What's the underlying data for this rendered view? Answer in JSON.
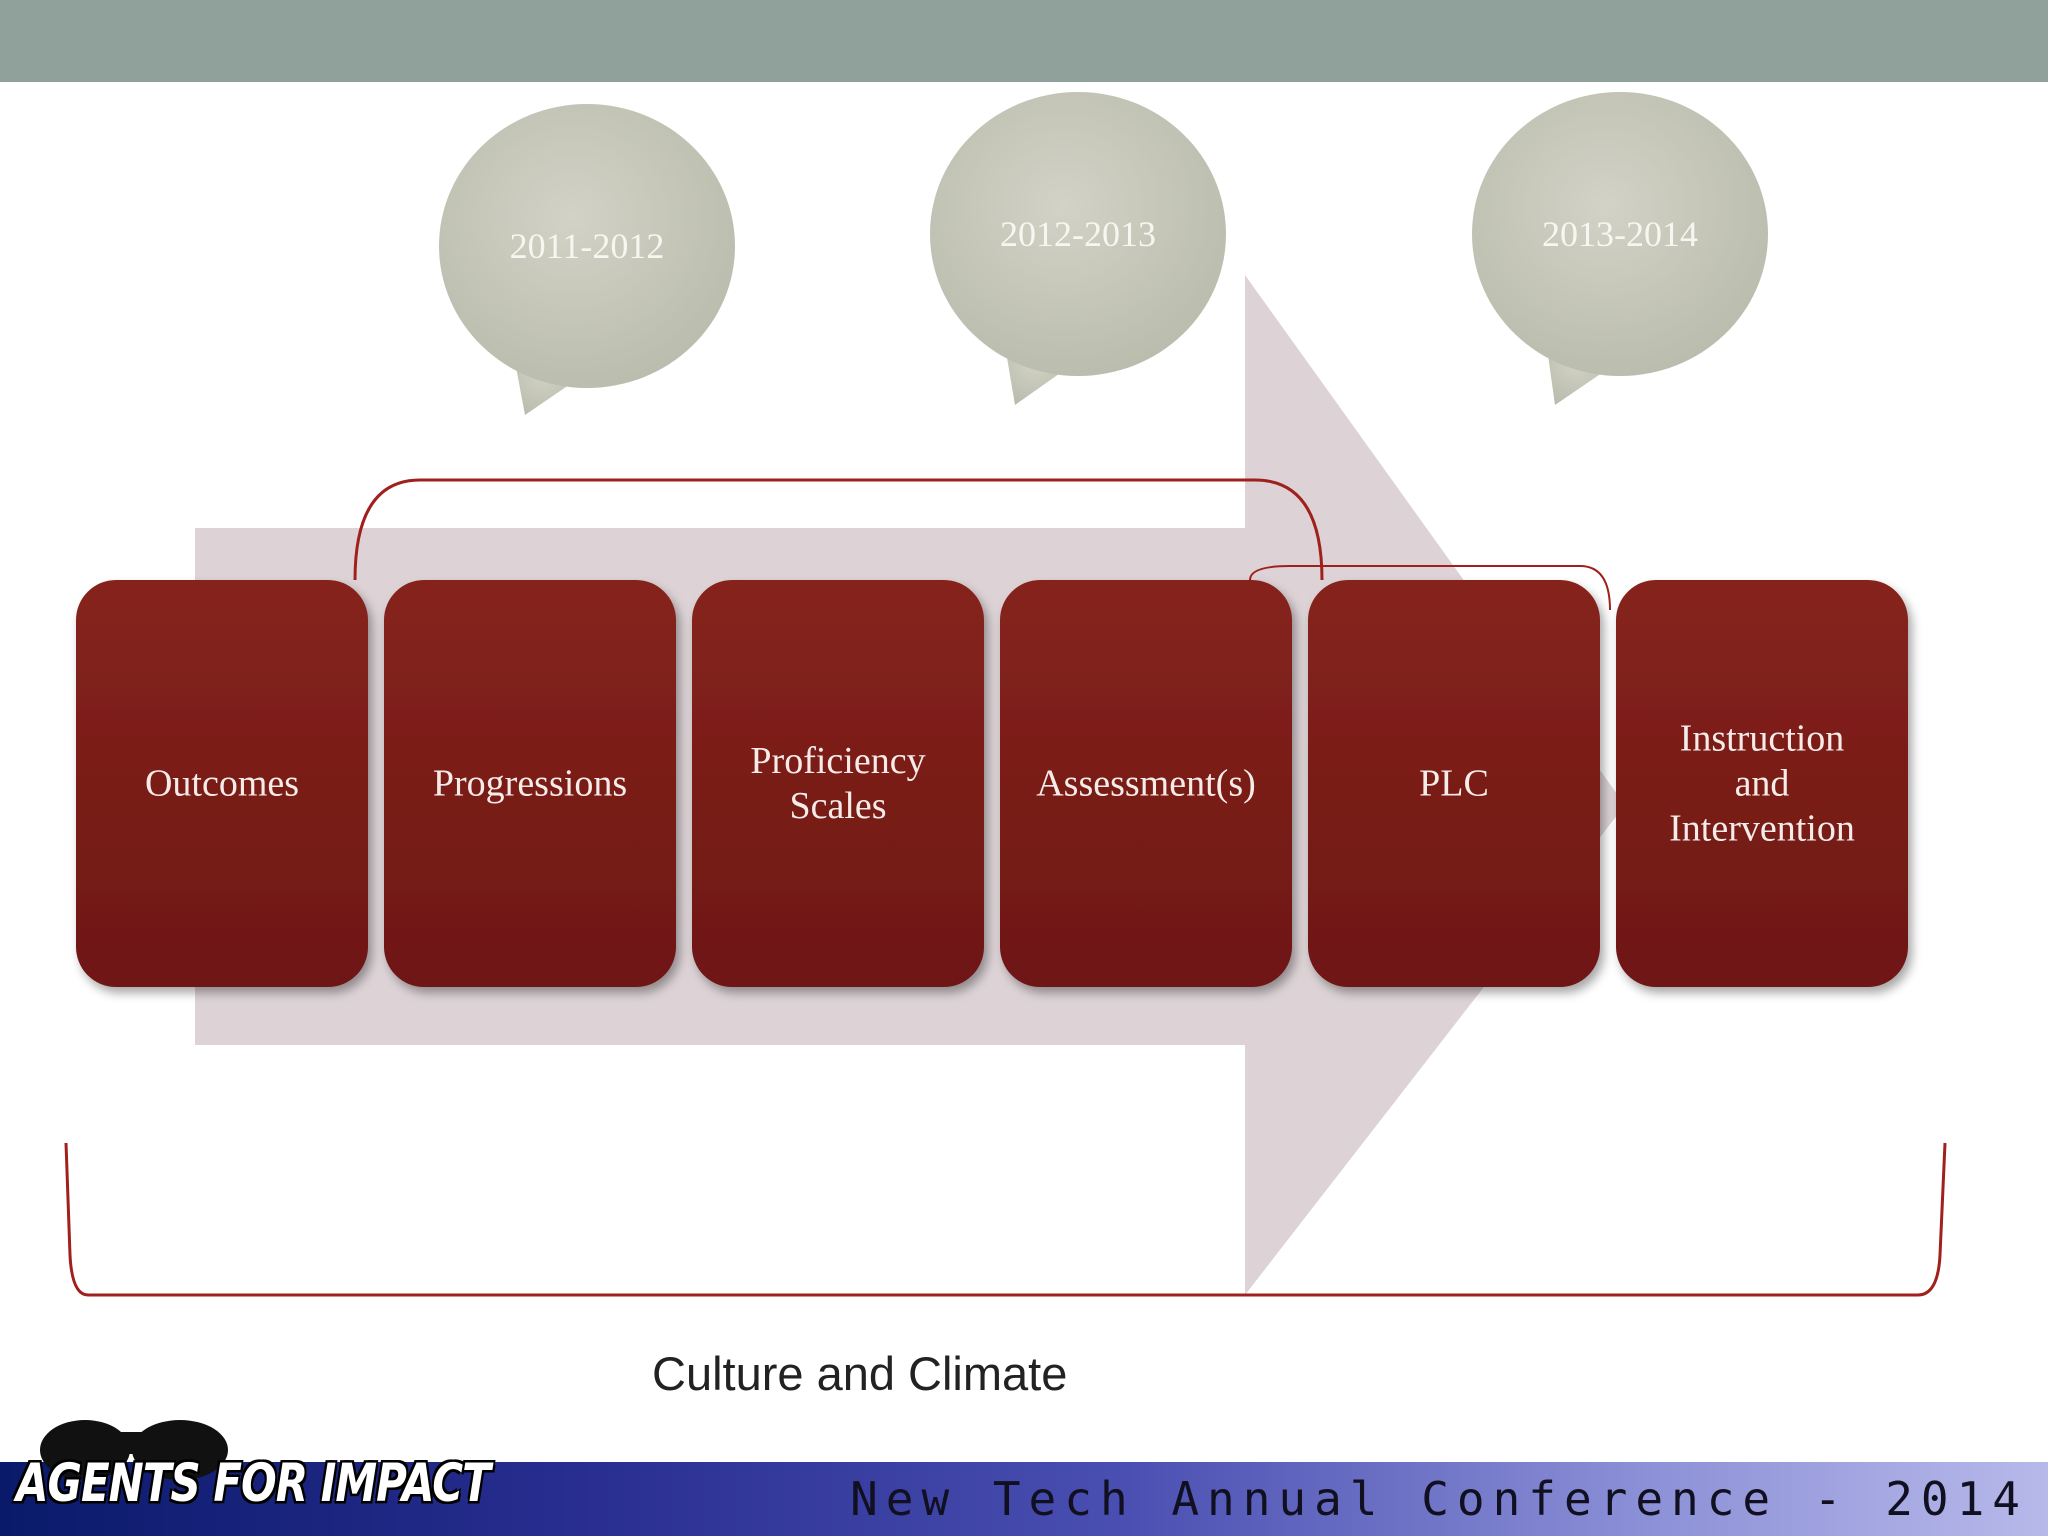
{
  "phases": [
    {
      "label": "2011-2012"
    },
    {
      "label": "2012-2013"
    },
    {
      "label": "2013-2014"
    }
  ],
  "steps": [
    {
      "lines": [
        "Outcomes"
      ]
    },
    {
      "lines": [
        "Progressions"
      ]
    },
    {
      "lines": [
        "Proficiency",
        "Scales"
      ]
    },
    {
      "lines": [
        "Assessment(s)"
      ]
    },
    {
      "lines": [
        "PLC"
      ]
    },
    {
      "lines": [
        "Instruction",
        "and",
        "Intervention"
      ]
    }
  ],
  "caption": "Culture and Climate",
  "footer": {
    "logo_text": "AGENTS FOR IMPACT",
    "conference": "New Tech Annual Conference - 2014"
  },
  "colors": {
    "top_bar": "#8fa19a",
    "box": "#7a1c18",
    "arrow": "#ddd3d6",
    "bracket": "#a0201c",
    "bubble": "#c8c9bc"
  }
}
